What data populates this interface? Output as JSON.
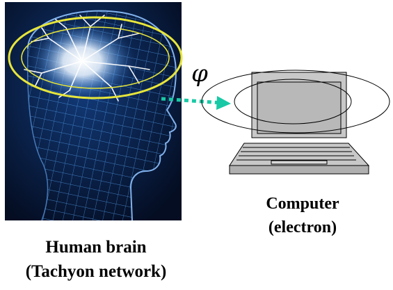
{
  "diagram": {
    "brain_caption": {
      "line1": "Human brain",
      "line2": "(Tachyon network)"
    },
    "computer_caption": {
      "line1": "Computer",
      "line2": "(electron)"
    },
    "symbol": "φ"
  },
  "colors": {
    "brain_background": "#071a3a",
    "brain_mesh": "#4a8fd8",
    "brain_glow": "#ffffff",
    "orbit_ring": "#e8e63a",
    "arrow": "#19c9a6",
    "computer_body": "#c0c0c0",
    "computer_outline": "#000000"
  }
}
